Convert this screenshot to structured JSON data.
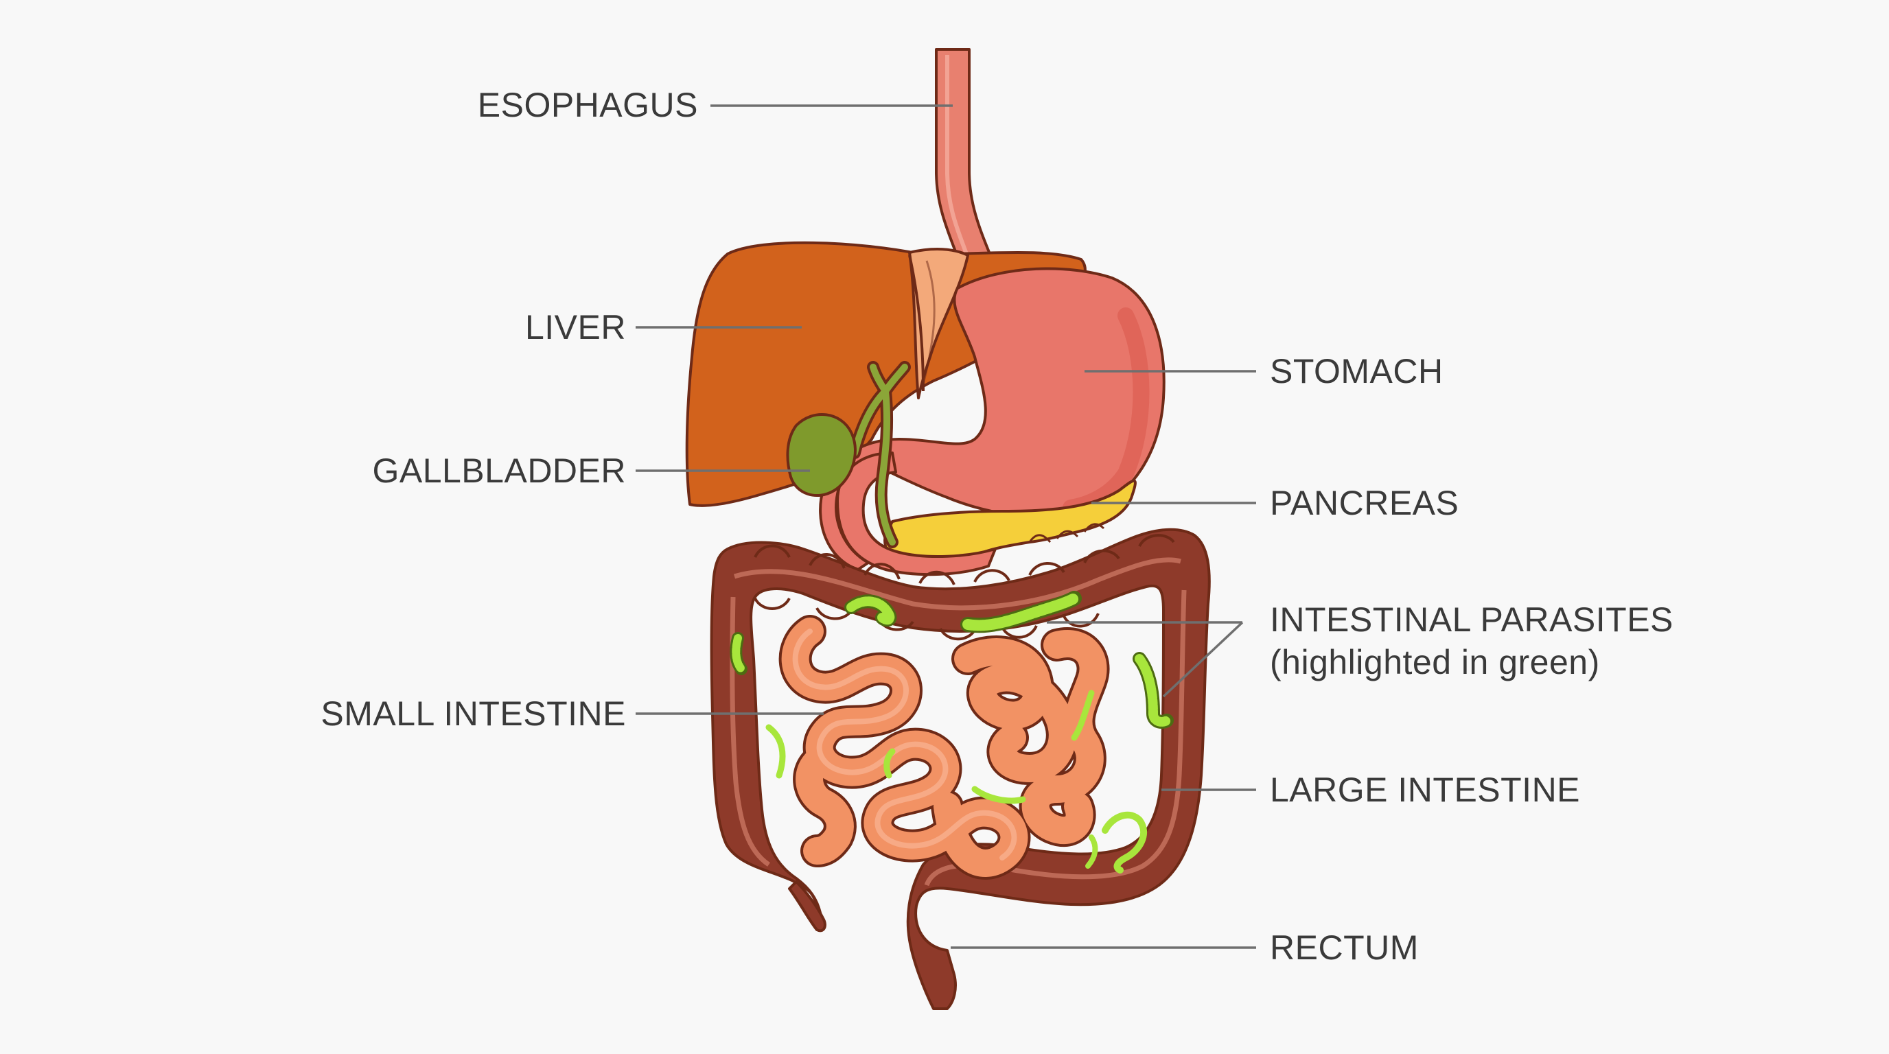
{
  "labels": {
    "esophagus": "ESOPHAGUS",
    "liver": "LIVER",
    "gallbladder": "GALLBLADDER",
    "small_intestine": "SMALL INTESTINE",
    "stomach": "STOMACH",
    "pancreas": "PANCREAS",
    "parasites_line1": "INTESTINAL PARASITES",
    "parasites_line2": "(highlighted in green)",
    "large_intestine": "LARGE INTESTINE",
    "rectum": "RECTUM"
  },
  "colors": {
    "background": "#f8f8f8",
    "liver": "#d2621c",
    "stomach": "#e8766a",
    "esophagus": "#e8806f",
    "gallbladder": "#7f9a2c",
    "pancreas": "#f5cf3a",
    "small_intestine": "#f29264",
    "large_intestine": "#8e3a2a",
    "parasites": "#a8e63c",
    "outline": "#6e2a17",
    "leader": "#6f6f6f",
    "text": "#3a3a3a"
  }
}
